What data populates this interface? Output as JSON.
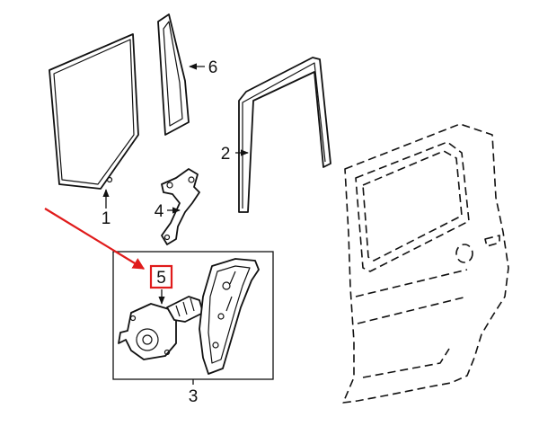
{
  "colors": {
    "line": "#111111",
    "highlight": "#e01b1b",
    "background": "#ffffff"
  },
  "callouts": [
    {
      "id": "1",
      "text": "1"
    },
    {
      "id": "2",
      "text": "2"
    },
    {
      "id": "3",
      "text": "3"
    },
    {
      "id": "4",
      "text": "4"
    },
    {
      "id": "5",
      "text": "5",
      "highlighted": true
    },
    {
      "id": "6",
      "text": "6"
    }
  ]
}
